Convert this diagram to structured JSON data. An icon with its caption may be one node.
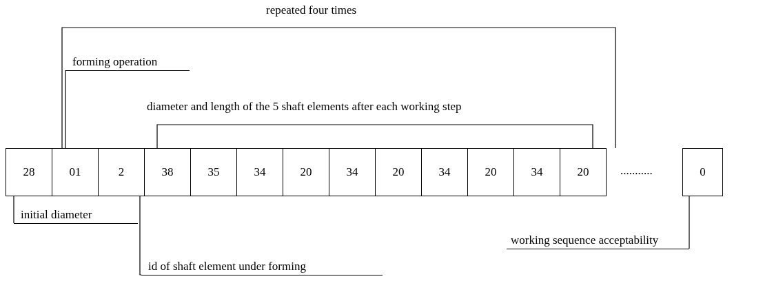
{
  "diagram": {
    "nodes": [
      {
        "text": [
          "28"
        ]
      },
      {
        "text": [
          "01"
        ]
      },
      {
        "text": [
          "2"
        ]
      },
      {
        "text": [
          "38"
        ]
      },
      {
        "text": [
          "35"
        ]
      },
      {
        "text": [
          "34"
        ]
      },
      {
        "text": [
          "20"
        ]
      },
      {
        "text": [
          "34"
        ]
      },
      {
        "text": [
          "20"
        ]
      },
      {
        "text": [
          "34"
        ]
      },
      {
        "text": [
          "20"
        ]
      },
      {
        "text": [
          "34"
        ]
      },
      {
        "text": [
          "20"
        ]
      },
      {
        "text": [
          "0"
        ]
      },
      {
        "text": [
          "forming operation"
        ]
      },
      {
        "text": [
          "initial diameter"
        ]
      },
      {
        "text": [
          "id of shaft element under forming"
        ]
      },
      {
        "text": [
          "working sequence acceptability"
        ]
      }
    ],
    "edges": [
      {
        "from": 14,
        "to": 1,
        "arrow": "none"
      },
      {
        "from": 15,
        "to": 0,
        "arrow": "none"
      },
      {
        "from": 16,
        "to": 2,
        "arrow": "none"
      },
      {
        "from": 17,
        "to": 13,
        "arrow": "none"
      }
    ],
    "labels": [
      "repeated four times",
      "diameter and length of the 5 shaft elements after each working step",
      "..........."
    ]
  }
}
